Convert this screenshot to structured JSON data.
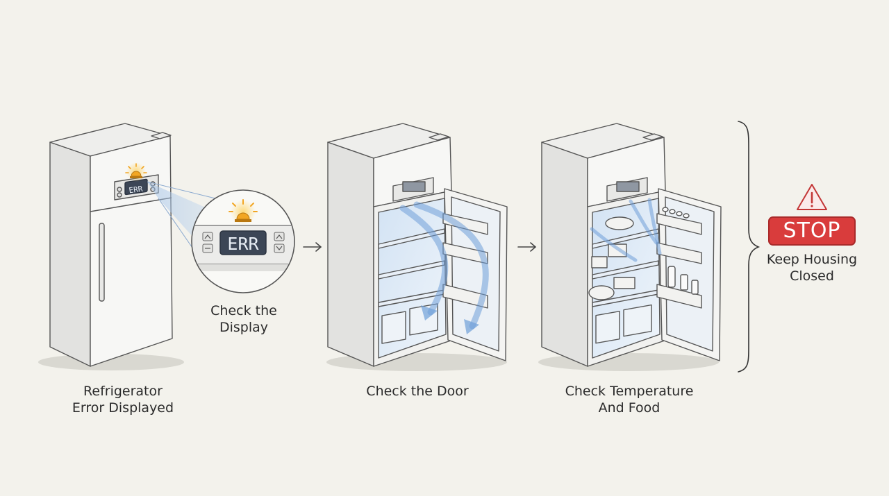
{
  "steps": [
    {
      "caption_lines": [
        "Refrigerator",
        "Error Displayed"
      ]
    },
    {
      "caption_lines": [
        "Check the Door"
      ]
    },
    {
      "caption_lines": [
        "Check Temperature",
        "And Food"
      ]
    }
  ],
  "display_callout": {
    "caption_lines": [
      "Check the",
      "Display"
    ],
    "display_text": "ERR"
  },
  "fridge_display_text": "ERR",
  "stop": {
    "badge_text": "STOP",
    "caption_lines": [
      "Keep Housing",
      "Closed"
    ]
  },
  "colors": {
    "background": "#f3f2ec",
    "alert_amber": "#f2a623",
    "stop_red": "#d93c3c",
    "airflow_blue": "#6f9fd8",
    "display_bg": "#3c4656"
  },
  "icons": [
    "alarm-light-icon",
    "warning-triangle-icon",
    "arrow-right-icon",
    "bracket-icon"
  ]
}
